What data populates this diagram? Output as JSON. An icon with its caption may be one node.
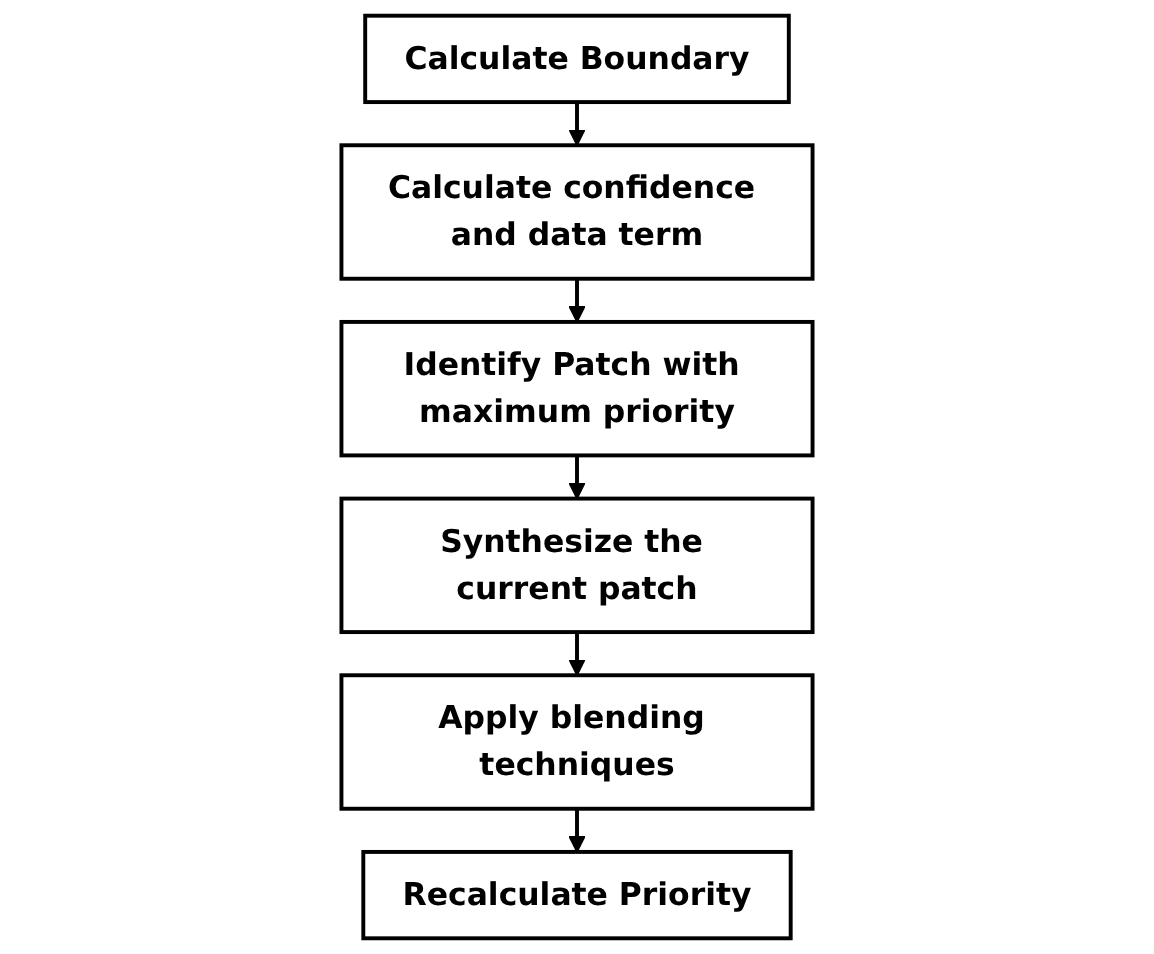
{
  "diagram": {
    "nodes": [
      {
        "text": [
          "Calculate Boundary"
        ]
      },
      {
        "text": [
          "Calculate confidence and data term"
        ]
      },
      {
        "text": [
          "Identify Patch with maximum priority"
        ]
      },
      {
        "text": [
          "Synthesize the current patch"
        ]
      },
      {
        "text": [
          "Apply blending techniques"
        ]
      },
      {
        "text": [
          "Recalculate Priority"
        ]
      }
    ],
    "edges": [
      {
        "from": 0,
        "to": 1,
        "arrow": "to"
      },
      {
        "from": 1,
        "to": 2,
        "arrow": "to"
      },
      {
        "from": 2,
        "to": 3,
        "arrow": "to"
      },
      {
        "from": 3,
        "to": 4,
        "arrow": "to"
      },
      {
        "from": 4,
        "to": 5,
        "arrow": "to"
      }
    ]
  }
}
